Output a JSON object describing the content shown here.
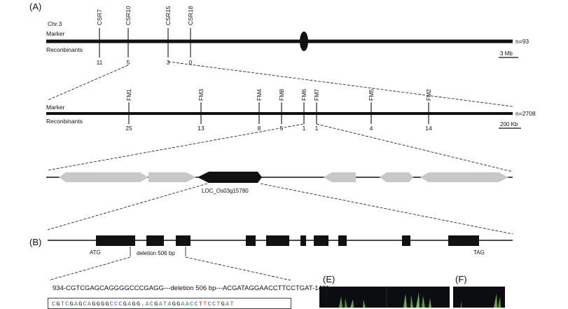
{
  "panels": {
    "a": "(A)",
    "b": "(B)",
    "e": "(E)",
    "f": "(F)"
  },
  "chromosome": {
    "name": "Chr.3",
    "row_marker": "Marker",
    "row_recombinants": "Reconbinants",
    "n": "n=93",
    "scale": "3 Mb",
    "markers": [
      {
        "name": "CSR7",
        "count": "11"
      },
      {
        "name": "CSR10",
        "count": "5"
      },
      {
        "name": "CSR15",
        "count": "3"
      },
      {
        "name": "CSR18",
        "count": "0"
      }
    ]
  },
  "fine_map": {
    "row_marker": "Marker",
    "row_recombinants": "Reconbinants",
    "n": "n=2708",
    "scale": "200 Kb",
    "markers": [
      {
        "name": "FM1",
        "count": "25"
      },
      {
        "name": "FM3",
        "count": "13"
      },
      {
        "name": "FM4",
        "count": "8"
      },
      {
        "name": "FM8",
        "count": "5"
      },
      {
        "name": "FM6",
        "count": "1"
      },
      {
        "name": "FM7",
        "count": "1"
      },
      {
        "name": "FM5",
        "count": "4"
      },
      {
        "name": "FM2",
        "count": "14"
      }
    ]
  },
  "genes": {
    "candidate": "LOC_Os03g15780"
  },
  "gene_structure": {
    "start": "ATG",
    "end": "TAG",
    "deletion": "deletion 506 bp"
  },
  "sequence": {
    "title": "934-CGTCGAGCAGGGGCCCGAGG---deletion 506 bp---ACGATAGGAACCTTCCTGAT-1481",
    "trace": "CGTCGAGCAGGGGCCCGAGG.ACGATAGGAACCTTCCTGAT"
  },
  "colors": {
    "ink": "#111111",
    "gene_grey": "#c8c8c8",
    "base_a": "#2e9a3e",
    "base_c": "#2a4fd0",
    "base_g": "#111111",
    "base_t": "#d02a2a",
    "photo_bg": "#0c0d10",
    "leaf": "#5e9c3a"
  }
}
